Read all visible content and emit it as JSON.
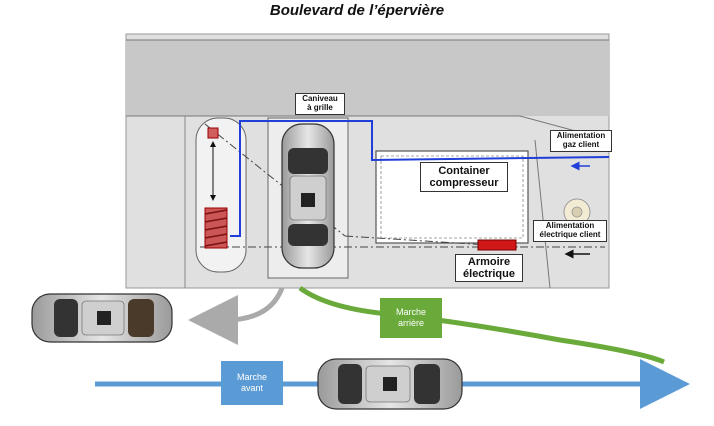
{
  "title": "Boulevard de l’épervière",
  "labels": {
    "caniveau_line1": "Caniveau",
    "caniveau_line2": "à grille",
    "gaz_line1": "Alimentation",
    "gaz_line2": "gaz client",
    "container_line1": "Container",
    "container_line2": "compresseur",
    "elec_line1": "Alimentation",
    "elec_line2": "électrique client",
    "armoire_line1": "Armoire",
    "armoire_line2": "électrique",
    "marche_arriere_line1": "Marche",
    "marche_arriere_line2": "arrière",
    "marche_avant_line1": "Marche",
    "marche_avant_line2": "avant"
  },
  "colors": {
    "road": "#c8c8c8",
    "ground": "#dcdcdc",
    "gas_pipe": "#1f3fd8",
    "reverse_path": "#6aaa3a",
    "forward_path": "#5b9bd5",
    "exit_arrow": "#aaaaaa",
    "reverse_tag": "#6aaa3a",
    "forward_tag": "#5b9bd5",
    "cabinet": "#d01818"
  },
  "icons": [
    "car-icon",
    "fire-hydrant-icon",
    "barrier-icon"
  ]
}
